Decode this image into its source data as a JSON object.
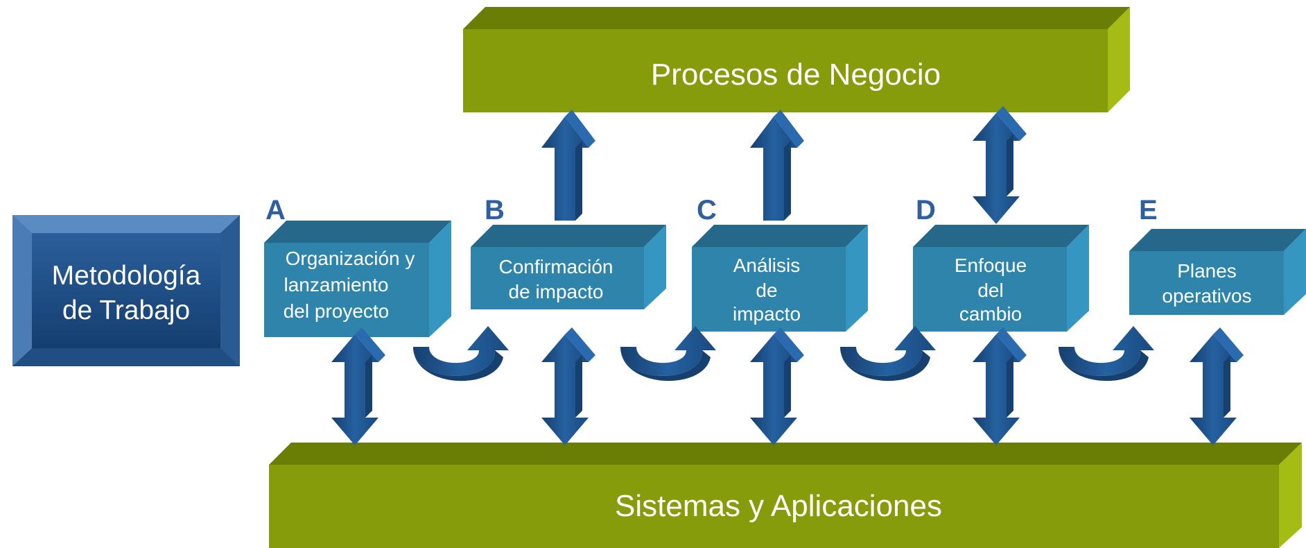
{
  "methodology": {
    "label_line1": "Metodología",
    "label_line2": "de Trabajo"
  },
  "top_bar": {
    "label": "Procesos de Negocio"
  },
  "bottom_bar": {
    "label": "Sistemas y Aplicaciones"
  },
  "phases": [
    {
      "letter": "A",
      "lines": [
        "Organización y",
        "lanzamiento",
        "del proyecto"
      ]
    },
    {
      "letter": "B",
      "lines": [
        "Confirmación",
        "de impacto"
      ]
    },
    {
      "letter": "C",
      "lines": [
        "Análisis",
        "de",
        "impacto"
      ]
    },
    {
      "letter": "D",
      "lines": [
        "Enfoque",
        "del",
        "cambio"
      ]
    },
    {
      "letter": "E",
      "lines": [
        "Planes",
        "operativos"
      ]
    }
  ],
  "colors": {
    "green_front": "#869c0a",
    "green_top": "#6a7d04",
    "green_side": "#a4bc14",
    "box_front": "#2f84ab",
    "box_top": "#25688a",
    "box_side": "#3596c2",
    "arrow": "#1f5592",
    "letter": "#2e5f9e"
  }
}
